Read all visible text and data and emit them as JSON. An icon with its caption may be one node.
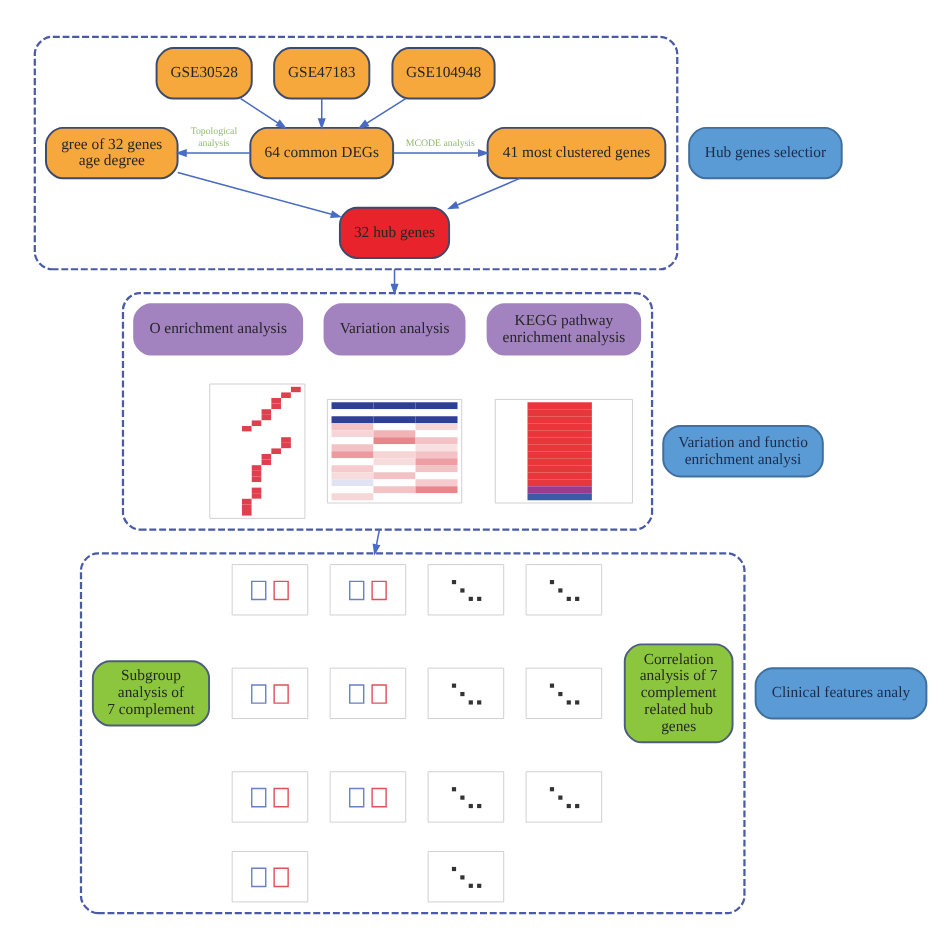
{
  "diagram": {
    "nodes": [
      {
        "text": [],
        "shape": "box"
      },
      {
        "text": [
          "GSE30528"
        ],
        "in": 0
      },
      {
        "text": [
          "GSE47183"
        ],
        "in": 0
      },
      {
        "text": [
          "GSE104948"
        ],
        "in": 0
      },
      {
        "text": [
          "gree of 32 genes age degree"
        ],
        "in": 0
      },
      {
        "text": [
          "64 common DEGs"
        ],
        "in": 0
      },
      {
        "text": [
          "41 most clustered genes"
        ],
        "in": 0
      },
      {
        "text": [
          "32 hub genes"
        ],
        "in": 0
      },
      {
        "text": [
          "Hub genes selectior"
        ]
      },
      {
        "text": [],
        "shape": "box"
      },
      {
        "text": [
          "O enrichment analysis"
        ],
        "in": 9
      },
      {
        "text": [
          "Variation analysis"
        ],
        "in": 9
      },
      {
        "text": [
          "KEGG pathway enrichment analysis"
        ],
        "in": 9
      },
      {
        "text": [],
        "shape": "picture",
        "in": 9
      },
      {
        "text": [],
        "shape": "picture",
        "in": 9
      },
      {
        "text": [],
        "shape": "picture",
        "in": 9
      },
      {
        "text": [
          "Variation and functio enrichment analysi"
        ]
      },
      {
        "text": [],
        "shape": "box"
      },
      {
        "text": [
          "Subgroup analysis of 7 complement"
        ],
        "in": 17
      },
      {
        "text": [],
        "shape": "picture",
        "in": 17
      },
      {
        "text": [],
        "shape": "picture",
        "in": 17
      },
      {
        "text": [],
        "shape": "picture",
        "in": 17
      },
      {
        "text": [],
        "shape": "picture",
        "in": 17
      },
      {
        "text": [],
        "shape": "picture",
        "in": 17
      },
      {
        "text": [],
        "shape": "picture",
        "in": 17
      },
      {
        "text": [],
        "shape": "picture",
        "in": 17
      },
      {
        "text": [],
        "shape": "picture",
        "in": 17
      },
      {
        "text": [],
        "shape": "picture",
        "in": 17
      },
      {
        "text": [],
        "shape": "picture",
        "in": 17
      },
      {
        "text": [],
        "shape": "picture",
        "in": 17
      },
      {
        "text": [],
        "shape": "picture",
        "in": 17
      },
      {
        "text": [],
        "shape": "picture",
        "in": 17
      },
      {
        "text": [],
        "shape": "picture",
        "in": 17
      },
      {
        "text": [
          "Correlation analysis of 7 complement related hub genes"
        ],
        "in": 17
      },
      {
        "text": [
          "Clinical features analy"
        ]
      }
    ],
    "edges": [
      {
        "from": 1,
        "to": 5,
        "arrow": "to"
      },
      {
        "from": 2,
        "to": 5,
        "arrow": "to"
      },
      {
        "from": 3,
        "to": 5,
        "arrow": "to"
      },
      {
        "from": 5,
        "to": 4,
        "arrow": "to",
        "label": "Topological analysis"
      },
      {
        "from": 5,
        "to": 6,
        "arrow": "to",
        "label": "MCODE analysis"
      },
      {
        "from": 4,
        "to": 7,
        "arrow": "to"
      },
      {
        "from": 6,
        "to": 7,
        "arrow": "to"
      },
      {
        "from": 0,
        "to": 9,
        "arrow": "to"
      },
      {
        "from": 9,
        "to": 17,
        "arrow": "to"
      }
    ]
  }
}
